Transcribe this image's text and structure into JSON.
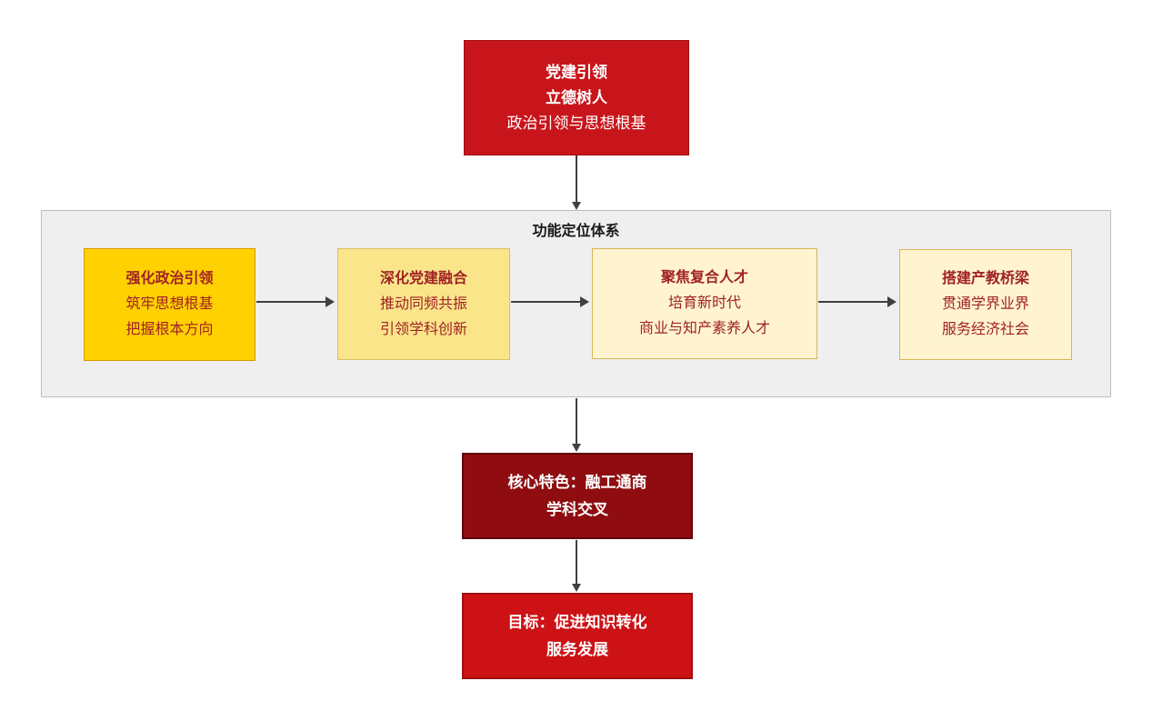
{
  "diagram": {
    "top_box": {
      "line1": "党建引领",
      "line2": "立德树人",
      "line3": "政治引领与思想根基"
    },
    "container": {
      "title": "功能定位体系",
      "boxes": [
        {
          "title": "强化政治引领",
          "line1": "筑牢思想根基",
          "line2": "把握根本方向"
        },
        {
          "title": "深化党建融合",
          "line1": "推动同频共振",
          "line2": "引领学科创新"
        },
        {
          "title": "聚焦复合人才",
          "line1": "培育新时代",
          "line2": "商业与知产素养人才"
        },
        {
          "title": "搭建产教桥梁",
          "line1": "贯通学界业界",
          "line2": "服务经济社会"
        }
      ]
    },
    "core_box": {
      "line1": "核心特色：融工通商",
      "line2": "学科交叉"
    },
    "goal_box": {
      "line1": "目标：促进知识转化",
      "line2": "服务发展"
    }
  },
  "colors": {
    "red-primary": "#C8151B",
    "red-primary-border": "#9E0F13",
    "maroon": "#8F0D10",
    "maroon-border": "#5F0708",
    "red-goal": "#CD1216",
    "red-goal-border": "#9E0F13",
    "gold": "#FFD100",
    "gold-border": "#D79B00",
    "light-yellow": "#FAE58A",
    "light-yellow-border": "#D8C066",
    "cream": "#FFF4CF",
    "cream-border": "#D6B656",
    "box-text": "#A02225",
    "title-text": "#1A1A1A",
    "container-bg": "#EFEFEF",
    "container-border": "#BDBDBD",
    "arrow": "#404040"
  }
}
